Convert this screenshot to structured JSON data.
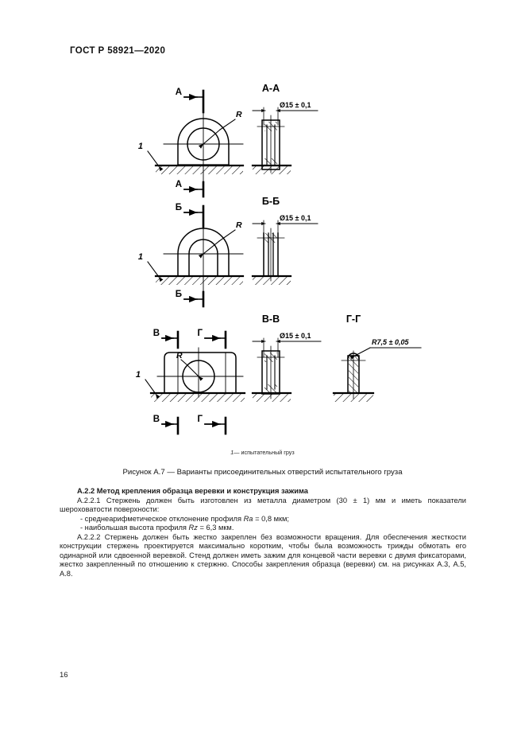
{
  "header": {
    "standard_title": "ГОСТ Р 58921—2020"
  },
  "figure": {
    "views": {
      "section_aa_label": "А-А",
      "section_bb_label": "Б-Б",
      "section_vv_label": "В-В",
      "section_gg_label": "Г-Г"
    },
    "cut_marks": {
      "a_top": "А",
      "a_bottom": "А",
      "b_top": "Б",
      "b_bottom": "Б",
      "v_top": "В",
      "v_bottom": "В",
      "g_top": "Г",
      "g_bottom": "Г"
    },
    "dimensions": {
      "diameter_aa": "Ø15 ± 0,1",
      "diameter_bb": "Ø15 ± 0,1",
      "diameter_vv": "Ø15 ± 0,1",
      "radius_gg": "R7,5 ± 0,05",
      "radius_callout_1": "R",
      "radius_callout_2": "R",
      "radius_callout_3": "R"
    },
    "item_numbers": {
      "item_1_view_a": "1",
      "item_1_view_b": "1",
      "item_1_view_v": "1"
    },
    "key_number": "1",
    "key_dash": "—",
    "key_text": "испытательный груз",
    "caption": "Рисунок А.7 — Варианты присоединительных отверстий испытательного груза"
  },
  "body": {
    "heading": "А.2.2 Метод крепления образца веревки и конструкция зажима",
    "para_1": "А.2.2.1 Стержень должен быть изготовлен из металла диаметром (30 ± 1) мм и иметь показатели шероховатости поверхности:",
    "bullet_1_pre": "- среднеарифметическое отклонение профиля ",
    "bullet_1_ital": "Ra",
    "bullet_1_post": " = 0,8 мкм;",
    "bullet_2_pre": "- наибольшая высота профиля ",
    "bullet_2_ital": "Rz",
    "bullet_2_post": " = 6,3 мкм.",
    "para_2": "А.2.2.2 Стержень должен быть жестко закреплен без возможности вращения. Для обеспечения жесткости конструкции стержень проектируется максимально коротким, чтобы была возможность трижды обмотать его одинарной или сдвоенной веревкой. Стенд должен иметь зажим для концевой части веревки с двумя фиксаторами, жестко закрепленный по отношению к стержню. Способы закрепления образца (веревки) см. на рисунках А.3, А.5, А.8."
  },
  "footer": {
    "page_number": "16"
  },
  "colors": {
    "ink": "#1a1a1a",
    "line": "#000000",
    "paper": "#ffffff"
  }
}
